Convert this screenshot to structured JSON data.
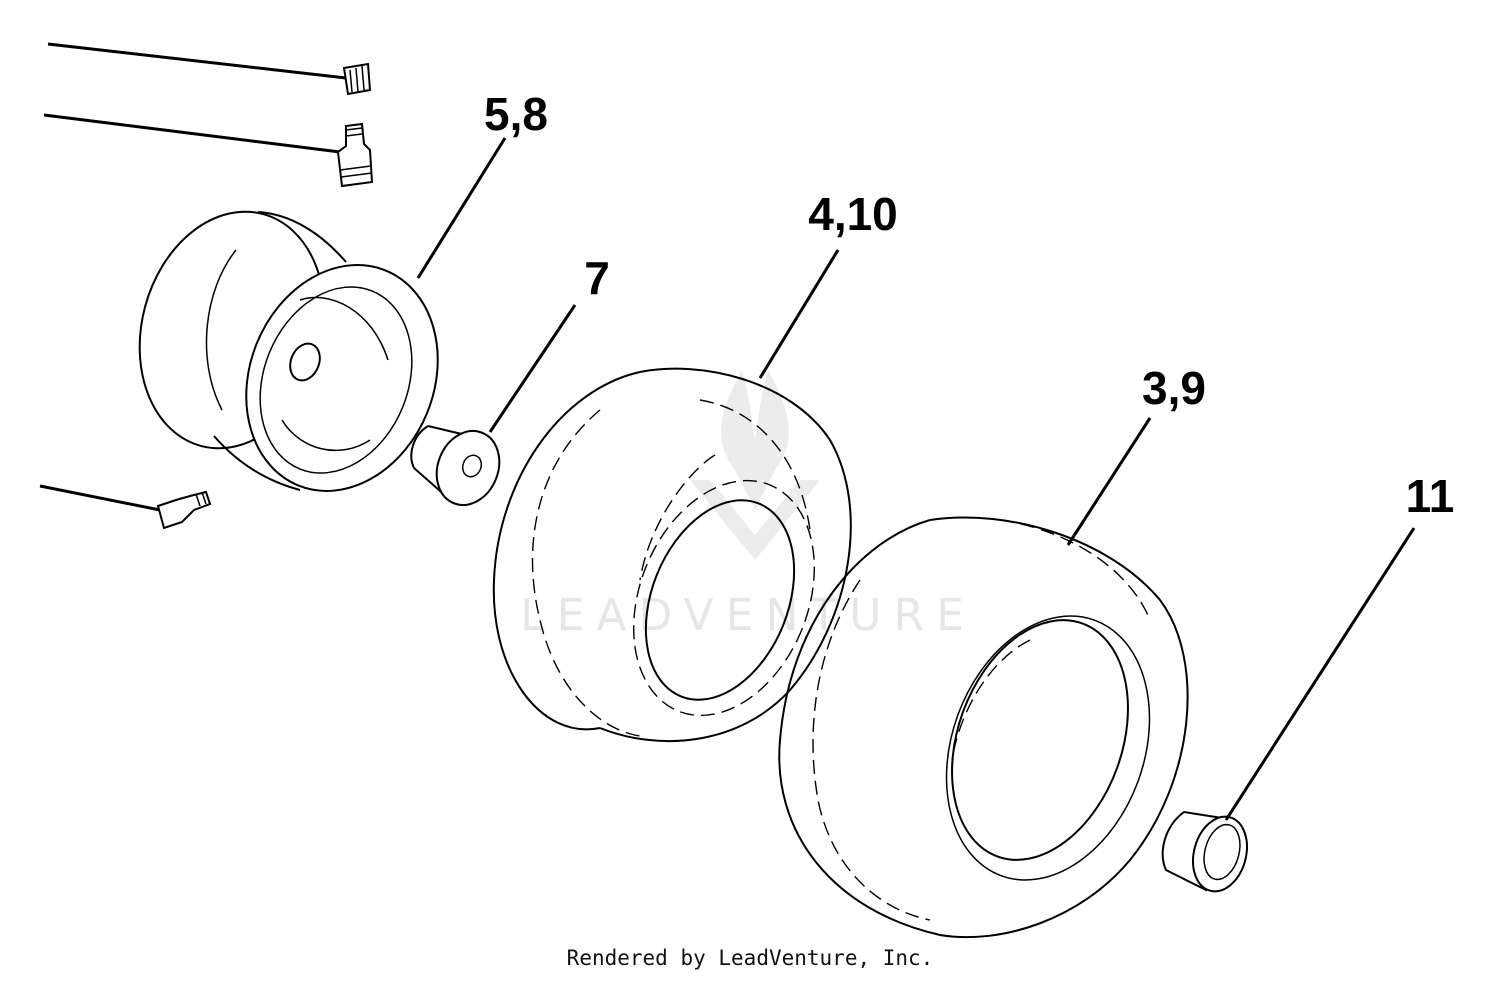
{
  "callouts": {
    "rim": "5,8",
    "spacer": "7",
    "front_tire": "4,10",
    "rear_tire": "3,9",
    "bushing": "11"
  },
  "watermark": {
    "text": "LEADVENTURE"
  },
  "footer": {
    "credit": "Rendered by LeadVenture, Inc."
  },
  "colors": {
    "line": "#000000",
    "background": "#ffffff",
    "watermark": "#e6e6e6"
  }
}
